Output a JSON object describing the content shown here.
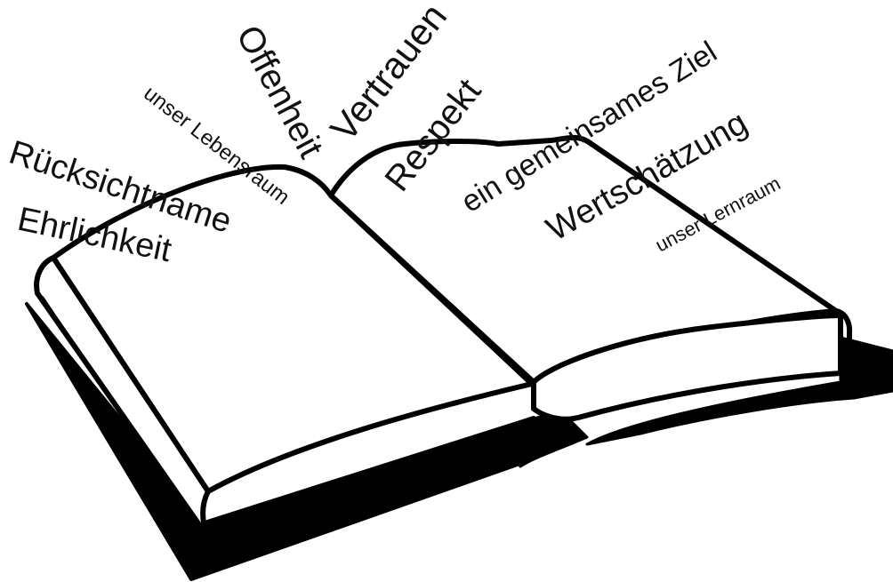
{
  "words": {
    "offenheit": "Offenheit",
    "vertrauen": "Vertrauen",
    "unser_lebensraum": "unser Lebensraum",
    "ruecksichtname": "Rücksichtname",
    "ehrlichkeit": "Ehrlichkeit",
    "respekt": "Respekt",
    "ein_gemeinsames_ziel": "ein gemeinsames Ziel",
    "wertschaetzung": "Wertschätzung",
    "unser_lernraum": "unser Lernraum"
  },
  "colors": {
    "ink": "#000000",
    "page": "#ffffff"
  }
}
